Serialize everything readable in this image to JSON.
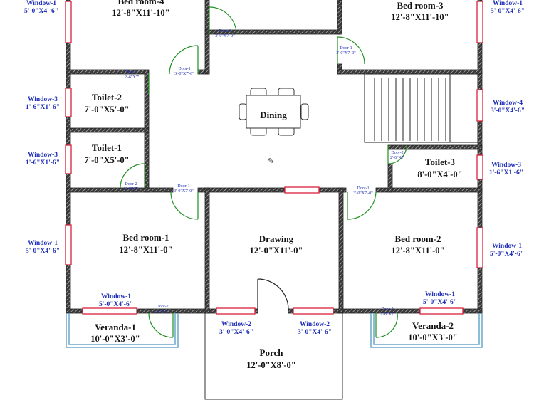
{
  "colors": {
    "wall": "#3a3a3a",
    "wall_hatch": "#ffffff",
    "window": "#d8203a",
    "door_swing": "#1f8f1f",
    "label_blue": "#1f2fb8",
    "veranda_rail": "#6aa6c8",
    "text": "#111111"
  },
  "rooms": {
    "bedroom4": {
      "name": "Bed room-4",
      "size": "12'-8\"X11'-10\""
    },
    "bedroom3": {
      "name": "Bed room-3",
      "size": "12'-8\"X11'-10\""
    },
    "toilet2": {
      "name": "Toilet-2",
      "size": "7'-0\"X5'-0\""
    },
    "toilet1": {
      "name": "Toilet-1",
      "size": "7'-0\"X5'-0\""
    },
    "toilet3": {
      "name": "Toilet-3",
      "size": "8'-0\"X4'-0\""
    },
    "dining": {
      "name": "Dining"
    },
    "bedroom1": {
      "name": "Bed room-1",
      "size": "12'-8\"X11'-0\""
    },
    "drawing": {
      "name": "Drawing",
      "size": "12'-0\"X11'-0\""
    },
    "bedroom2": {
      "name": "Bed room-2",
      "size": "12'-8\"X11'-0\""
    },
    "veranda1": {
      "name": "Veranda-1",
      "size": "10'-0\"X3'-0\""
    },
    "veranda2": {
      "name": "Veranda-2",
      "size": "10'-0\"X3'-0\""
    },
    "porch": {
      "name": "Porch",
      "size": "12'-0\"X8'-0\""
    }
  },
  "windows": {
    "w1_top_left": {
      "name": "Window-1",
      "size": "5'-0\"X4'-6\""
    },
    "w1_top_right": {
      "name": "Window-1",
      "size": "5'-0\"X4'-6\""
    },
    "w3_toilet2": {
      "name": "Window-3",
      "size": "1'-6\"X1'-6\""
    },
    "w3_toilet1": {
      "name": "Window-3",
      "size": "1'-6\"X1'-6\""
    },
    "w4_right": {
      "name": "Window-4",
      "size": "3'-0\"X4'-6\""
    },
    "w3_toilet3": {
      "name": "Window-3",
      "size": "1'-6\"X1'-6\""
    },
    "w1_left_bed1": {
      "name": "Window-1",
      "size": "5'-0\"X4'-6\""
    },
    "w1_right_bed2": {
      "name": "Window-1",
      "size": "5'-0\"X4'-6\""
    },
    "w1_bottom_bed1": {
      "name": "Window-1",
      "size": "5'-0\"X4'-6\""
    },
    "w1_bottom_bed2": {
      "name": "Window-1",
      "size": "5'-0\"X4'-6\""
    },
    "w2_left": {
      "name": "Window-2",
      "size": "3'-0\"X4'-6\""
    },
    "w2_right": {
      "name": "Window-2",
      "size": "3'-0\"X4'-6\""
    }
  },
  "doors": {
    "d1_bed4_top": {
      "name": "Door-1",
      "size": "3'-0\"X7'-0\""
    },
    "d1_bed3_top": {
      "name": "Door-1",
      "size": "3'-0\"X7'-0\""
    },
    "d2_toilet2": {
      "name": "Door-2",
      "size": "2'-6\"X7'"
    },
    "d1_bed4": {
      "name": "Door-1",
      "size": "3'-0\"X7'-0\""
    },
    "d2_toilet3": {
      "name": "Door-2",
      "size": "2'-6\"X7'"
    },
    "d2_toilet1": {
      "name": "Door-2",
      "size": "2'-6\"X7'"
    },
    "d1_bed1": {
      "name": "Door-1",
      "size": "3'-0\"X7'-0\""
    },
    "d1_bed2": {
      "name": "Door-1",
      "size": "3'-0\"X7'-0\""
    },
    "d2_veranda1": {
      "name": "Door-2",
      "size": "2'-6\"X7'"
    },
    "d2_veranda2": {
      "name": "Door-2",
      "size": "2'-6\"X7'"
    }
  }
}
